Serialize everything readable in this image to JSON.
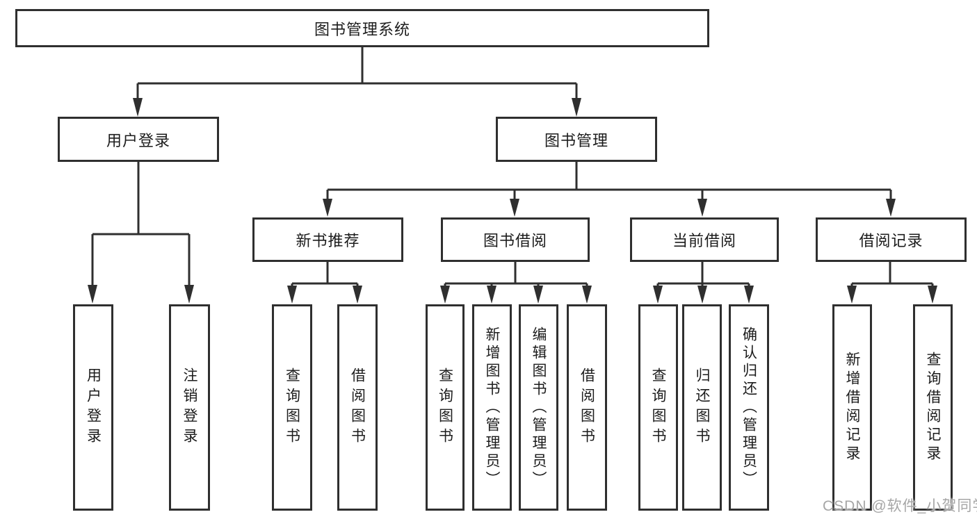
{
  "tree": {
    "label": "图书管理系统",
    "children": [
      {
        "label": "用户登录",
        "children": [
          {
            "label": "用户登录"
          },
          {
            "label": "注销登录"
          }
        ]
      },
      {
        "label": "图书管理",
        "children": [
          {
            "label": "新书推荐",
            "children": [
              {
                "label": "查询图书"
              },
              {
                "label": "借阅图书"
              }
            ]
          },
          {
            "label": "图书借阅",
            "children": [
              {
                "label": "查询图书"
              },
              {
                "label": "新增图书（管理员）"
              },
              {
                "label": "编辑图书（管理员）"
              },
              {
                "label": "借阅图书"
              }
            ]
          },
          {
            "label": "当前借阅",
            "children": [
              {
                "label": "查询图书"
              },
              {
                "label": "归还图书"
              },
              {
                "label": "确认归还（管理员）"
              }
            ]
          },
          {
            "label": "借阅记录",
            "children": [
              {
                "label": "新增借阅记录"
              },
              {
                "label": "查询借阅记录"
              }
            ]
          }
        ]
      }
    ]
  },
  "watermark": "CSDN @软件_小贺同学",
  "colors": {
    "line": "#2f2f2f",
    "box_fill": "#ffffff",
    "text": "#1c1c1c",
    "watermark": "#a6a6a6"
  }
}
